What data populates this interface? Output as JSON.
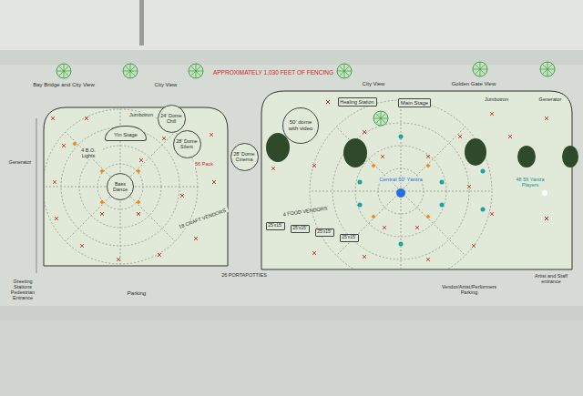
{
  "diagram": {
    "nodes": [
      {
        "text": [
          "24' Dome Chill"
        ]
      },
      {
        "text": [
          "Yin Stage"
        ]
      },
      {
        "text": [
          "28' Dome Silent"
        ]
      },
      {
        "text": [
          "Bass Dance"
        ]
      },
      {
        "text": [
          "28' Dome Cinema"
        ]
      },
      {
        "text": [
          "50' dome with video"
        ]
      },
      {
        "text": [
          "Healing Station"
        ]
      },
      {
        "text": [
          "Main Stage"
        ]
      },
      {
        "text": [
          "25'x15'"
        ]
      },
      {
        "text": [
          "25'x15'"
        ]
      },
      {
        "text": [
          "25'x15'"
        ]
      },
      {
        "text": [
          "25'x15'"
        ]
      }
    ],
    "labels": [
      "Bay Bridge and City View",
      "City View",
      "APPROXIMATELY 1,030 FEET OF FENCING",
      "City View",
      "Golden Gate View",
      "Generator",
      "Jumbotron",
      "4 B.O. Lights",
      "56 Pack",
      "18 CRAFT VENDORS",
      "Jumbotron",
      "Generator",
      "Central 50' Yantra",
      "48 5ft Yantra Players",
      "4 FOOD VENDORS",
      "26 PORTAPOTTIES",
      "Greeting Stations Pedestrian Entrance",
      "Parking",
      "Vendor/Artist/Performers Parking",
      "Artist and Staff entrance"
    ]
  }
}
